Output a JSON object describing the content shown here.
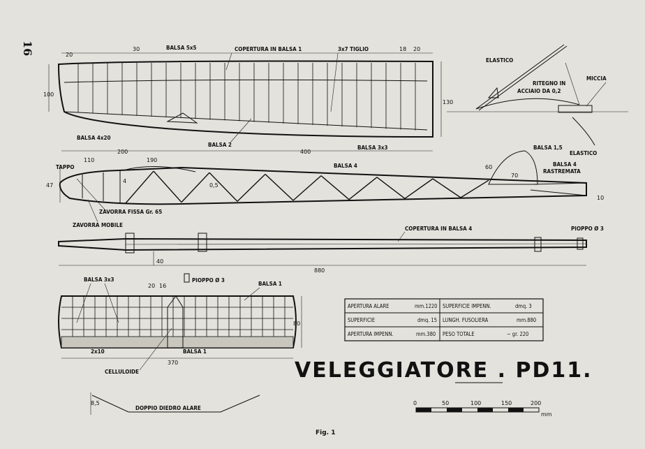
{
  "page_number": "16",
  "title": "VELEGGIATORE . PD11.",
  "figure_caption": "Fig. 1",
  "wing_top": {
    "labels": {
      "balsa_5x5": "BALSA 5x5",
      "copertura": "COPERTURA IN BALSA 1",
      "tiglio": "3x7 TIGLIO",
      "balsa_4x20": "BALSA 4x20",
      "balsa_2": "BALSA 2",
      "balsa_3x3": "BALSA 3x3"
    },
    "dims": {
      "d20a": "20",
      "d30": "30",
      "d18": "18",
      "d20b": "20",
      "d100": "100",
      "d130": "130",
      "d200": "200",
      "d400": "400"
    }
  },
  "tow_hook": {
    "labels": {
      "elastico_top": "ELASTICO",
      "ritegno_1": "RITEGNO IN",
      "ritegno_2": "ACCIAIO DA 0,2",
      "miccia": "MICCIA",
      "elastico_bottom": "ELASTICO"
    }
  },
  "fuselage_side": {
    "labels": {
      "tappo": "TAPPO",
      "balsa_4": "BALSA 4",
      "balsa_15": "BALSA 1,5",
      "balsa_4_rastremata_1": "BALSA 4",
      "balsa_4_rastremata_2": "RASTREMATA",
      "zavorra_fissa": "ZAVORRA FISSA Gr. 65",
      "zavorra_mobile": "ZAVORRA MOBILE"
    },
    "dims": {
      "d110": "110",
      "d190": "190",
      "d47": "47",
      "d4": "4",
      "d05": "0,5",
      "d60": "60",
      "d70": "70",
      "d10": "10"
    }
  },
  "fuselage_top": {
    "labels": {
      "copertura": "COPERTURA IN BALSA 4",
      "pioppo": "PIOPPO Ø 3"
    },
    "dims": {
      "d40": "40",
      "d880": "880"
    }
  },
  "stabilizer": {
    "labels": {
      "balsa_3x3": "BALSA 3x3",
      "pioppo": "PIOPPO Ø 3",
      "balsa_1": "BALSA 1",
      "d2x10": "2x10",
      "balsa_1b": "BALSA 1",
      "celluloide": "CELLULOIDE"
    },
    "dims": {
      "d20": "20",
      "d16": "16",
      "d80": "80",
      "d370": "370"
    }
  },
  "dihedral": {
    "label": "DOPPIO DIEDRO ALARE",
    "dim": "8,5"
  },
  "specs_table": {
    "rows": [
      {
        "k1": "APERTURA ALARE",
        "v1": "mm.1220",
        "k2": "SUPERFICIE IMPENN.",
        "v2": "dmq. 3"
      },
      {
        "k1": "SUPERFICIE",
        "v1": "dmq. 15",
        "k2": "LUNGH. FUSOLIERA",
        "v2": "mm.880"
      },
      {
        "k1": "APERTURA IMPENN.",
        "v1": "mm.380",
        "k2": "PESO TOTALE",
        "v2": "~ gr. 220"
      }
    ]
  },
  "scale_bar": {
    "ticks": [
      "0",
      "50",
      "100",
      "150",
      "200"
    ],
    "unit": "mm"
  }
}
